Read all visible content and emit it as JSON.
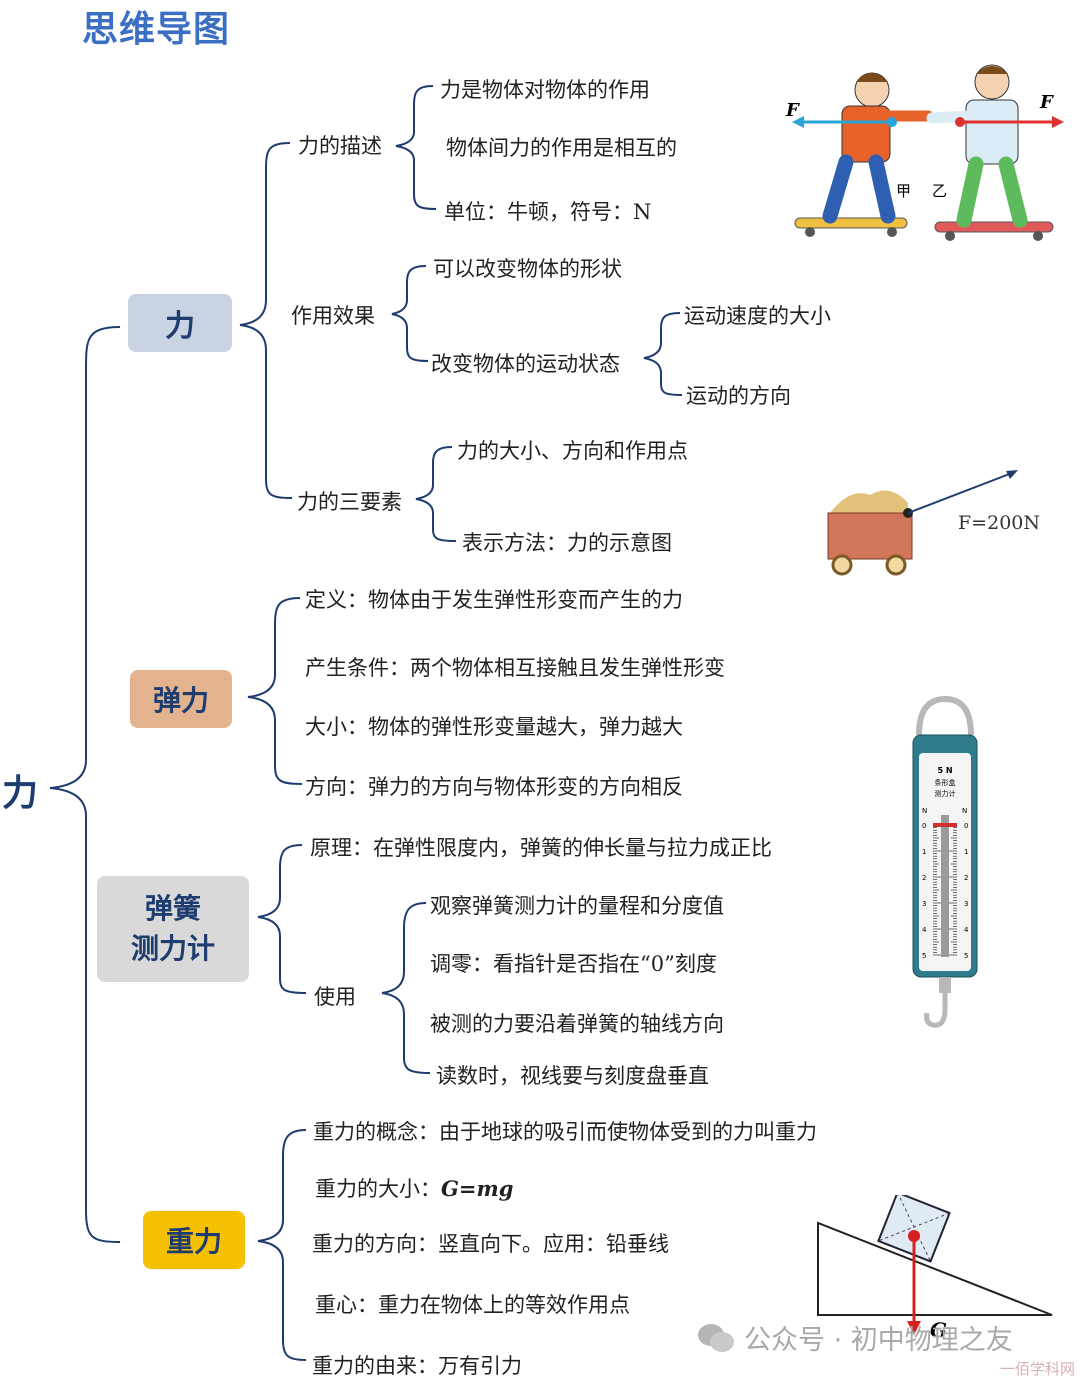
{
  "title": "思维导图",
  "root": "力",
  "branches": {
    "li": {
      "label": "力",
      "desc": {
        "label": "力的描述",
        "items": [
          "力是物体对物体的作用",
          "物体间力的作用是相互的",
          "单位：牛顿，符号：N"
        ]
      },
      "effect": {
        "label": "作用效果",
        "item1": "可以改变物体的形状",
        "item2": "改变物体的运动状态",
        "sub": [
          "运动速度的大小",
          "运动的方向"
        ]
      },
      "elements": {
        "label": "力的三要素",
        "items": [
          "力的大小、方向和作用点",
          "表示方法：力的示意图"
        ]
      }
    },
    "elastic": {
      "label": "弹力",
      "items": [
        "定义：物体由于发生弹性形变而产生的力",
        "产生条件：两个物体相互接触且发生弹性形变",
        "大小：物体的弹性形变量越大，弹力越大",
        "方向：弹力的方向与物体形变的方向相反"
      ]
    },
    "spring": {
      "label_line1": "弹簧",
      "label_line2": "测力计",
      "principle": "原理：在弹性限度内，弹簧的伸长量与拉力成正比",
      "use": {
        "label": "使用",
        "items": [
          "观察弹簧测力计的量程和分度值",
          "调零：看指针是否指在“0”刻度",
          "被测的力要沿着弹簧的轴线方向",
          "读数时，视线要与刻度盘垂直"
        ]
      }
    },
    "gravity": {
      "label": "重力",
      "concept": "重力的概念：由于地球的吸引而使物体受到的力叫重力",
      "magnitude_prefix": "重力的大小：",
      "magnitude_formula": "G=mg",
      "direction": "重力的方向：竖直向下。应用：铅垂线",
      "center": "重心：重力在物体上的等效作用点",
      "origin": "重力的由来：万有引力"
    }
  },
  "illustrations": {
    "skaters": {
      "force_left": "F",
      "force_right": "F",
      "name_jia": "甲",
      "name_yi": "乙"
    },
    "cart": {
      "force_label": "F=200N"
    },
    "scale": {
      "top_text": "5 N",
      "model": "条形盒",
      "name": "测力计",
      "unit": "N",
      "ticks": [
        "0",
        "1",
        "2",
        "3",
        "4",
        "5"
      ]
    },
    "incline": {
      "force_label": "G"
    }
  },
  "watermark": {
    "text": "公众号 · 初中物理之友",
    "corner": "一佰学科网"
  },
  "colors": {
    "title": "#3a6fc4",
    "node_li": "#c9d3e3",
    "node_elastic": "#e3b28f",
    "node_spring": "#d9d9d9",
    "node_gravity": "#f5c000",
    "line": "#1f3c6e"
  }
}
